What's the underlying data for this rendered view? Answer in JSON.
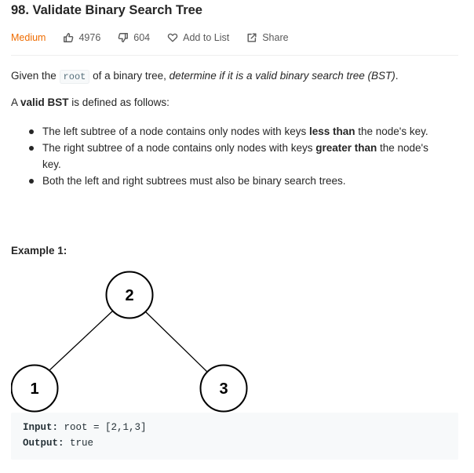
{
  "problem": {
    "title": "98. Validate Binary Search Tree",
    "difficulty": "Medium",
    "likes": "4976",
    "dislikes": "604",
    "add_to_list": "Add to List",
    "share": "Share"
  },
  "description": {
    "intro_pre": "Given the ",
    "intro_code": "root",
    "intro_mid": " of a binary tree, ",
    "intro_em": "determine if it is a valid binary search tree (BST)",
    "intro_end": ".",
    "def_pre": "A ",
    "def_bold": "valid BST",
    "def_post": " is defined as follows:",
    "bullets": [
      {
        "pre": "The left subtree of a node contains only nodes with keys ",
        "bold": "less than",
        "post": " the node's key."
      },
      {
        "pre": "The right subtree of a node contains only nodes with keys ",
        "bold": "greater than",
        "post": " the node's key."
      },
      {
        "pre": "Both the left and right subtrees must also be binary search trees.",
        "bold": "",
        "post": ""
      }
    ]
  },
  "example": {
    "title": "Example 1:",
    "tree_nodes": [
      "2",
      "1",
      "3"
    ],
    "input_label": "Input:",
    "input_value": " root = [2,1,3]",
    "output_label": "Output:",
    "output_value": " true"
  },
  "colors": {
    "difficulty": "#ef6c00",
    "text": "#262626",
    "muted": "#595959",
    "code_bg": "#f7f9fa"
  }
}
